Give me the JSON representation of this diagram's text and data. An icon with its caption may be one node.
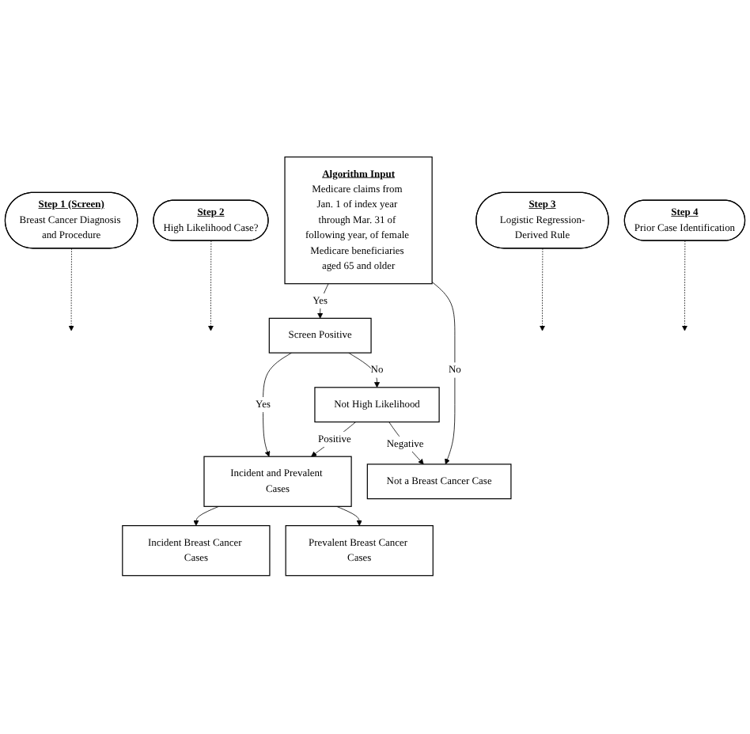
{
  "diagram": {
    "nodes": [
      {
        "text": [
          "Algorithm Input",
          "Medicare claims from Jan. 1 of index year through Mar. 31 of following year, of female Medicare beneficiaries aged 65 and older"
        ]
      },
      {
        "text": [
          "Step 1 (Screen)",
          "Breast Cancer Diagnosis and Procedure"
        ]
      },
      {
        "text": [
          "Screen Positive"
        ]
      },
      {
        "text": [
          "Step 2",
          "High Likelihood Case?"
        ]
      },
      {
        "text": [
          "Not High Likelihood"
        ]
      },
      {
        "text": [
          "Step 3",
          "Logistic Regression-Derived Rule"
        ]
      },
      {
        "text": [
          "Incident and Prevalent Cases"
        ]
      },
      {
        "text": [
          "Step 4",
          "Prior Case Identification"
        ]
      },
      {
        "text": [
          "Incident Breast Cancer Cases"
        ]
      },
      {
        "text": [
          "Prevalent Breast Cancer Cases"
        ]
      },
      {
        "text": [
          "Not a Breast Cancer Case"
        ]
      }
    ],
    "edges": [
      {
        "from": 0,
        "to": 2,
        "arrow": "to",
        "label": "Yes"
      },
      {
        "from": 0,
        "to": 10,
        "arrow": "to",
        "label": "No"
      },
      {
        "from": 1,
        "to": null,
        "arrow": "to",
        "style": "dashed"
      },
      {
        "from": 2,
        "to": 6,
        "arrow": "to",
        "label": "Yes"
      },
      {
        "from": 2,
        "to": 4,
        "arrow": "to",
        "label": "No"
      },
      {
        "from": 3,
        "to": null,
        "arrow": "to",
        "style": "dashed"
      },
      {
        "from": 4,
        "to": 6,
        "arrow": "to",
        "label": "Positive"
      },
      {
        "from": 4,
        "to": 10,
        "arrow": "to",
        "label": "Negative"
      },
      {
        "from": 5,
        "to": null,
        "arrow": "to",
        "style": "dashed"
      },
      {
        "from": 6,
        "to": 8,
        "arrow": "to"
      },
      {
        "from": 6,
        "to": 9,
        "arrow": "to"
      },
      {
        "from": 7,
        "to": null,
        "arrow": "to",
        "style": "dashed"
      }
    ]
  }
}
